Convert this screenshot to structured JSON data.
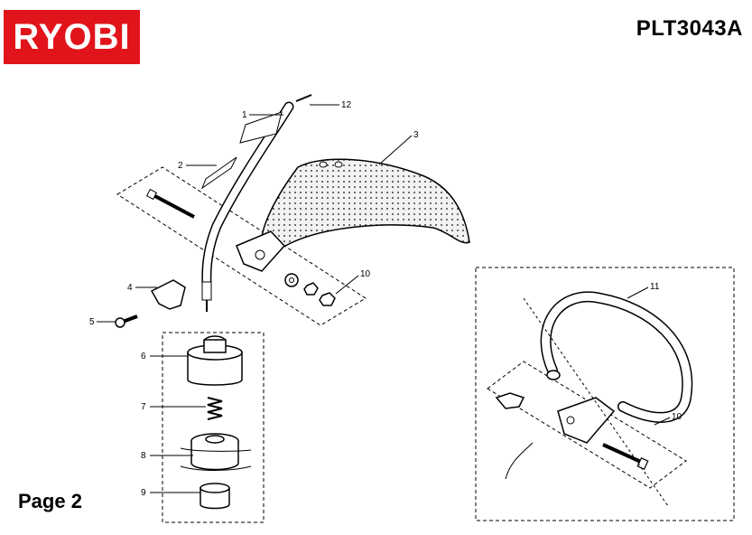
{
  "header": {
    "brand": "RYOBI",
    "model": "PLT3043A"
  },
  "footer": {
    "page": "Page 2"
  },
  "callouts": {
    "c1": "1",
    "c2": "2",
    "c3": "3",
    "c4": "4",
    "c5": "5",
    "c6": "6",
    "c7": "7",
    "c8": "8",
    "c9": "9",
    "c10a": "10",
    "c10b": "10",
    "c11": "11",
    "c12": "12"
  }
}
